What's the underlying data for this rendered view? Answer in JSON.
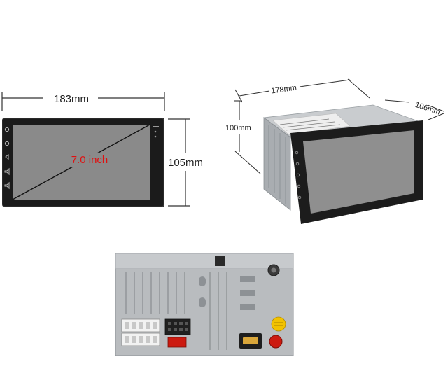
{
  "front_view": {
    "width_label": "183mm",
    "height_label": "105mm",
    "diagonal_label": "7.0 inch"
  },
  "iso_view": {
    "width_label": "178mm",
    "height_label": "100mm",
    "depth_label": "106mm"
  },
  "colors": {
    "screen": "#8a8a8a",
    "bezel": "#1b1b1b",
    "diagonal_text": "#e01010",
    "dimension_line": "#333333",
    "chassis": "#b9bcbf",
    "connector_white": "#f2f2f2",
    "connector_black": "#202020",
    "connector_red": "#cc1a10",
    "hdmi_gold": "#d9a63a",
    "sticker_yellow": "#f2c200"
  },
  "icons": [
    "power-icon",
    "home-icon",
    "back-icon",
    "volume-up-icon",
    "volume-down-icon"
  ]
}
